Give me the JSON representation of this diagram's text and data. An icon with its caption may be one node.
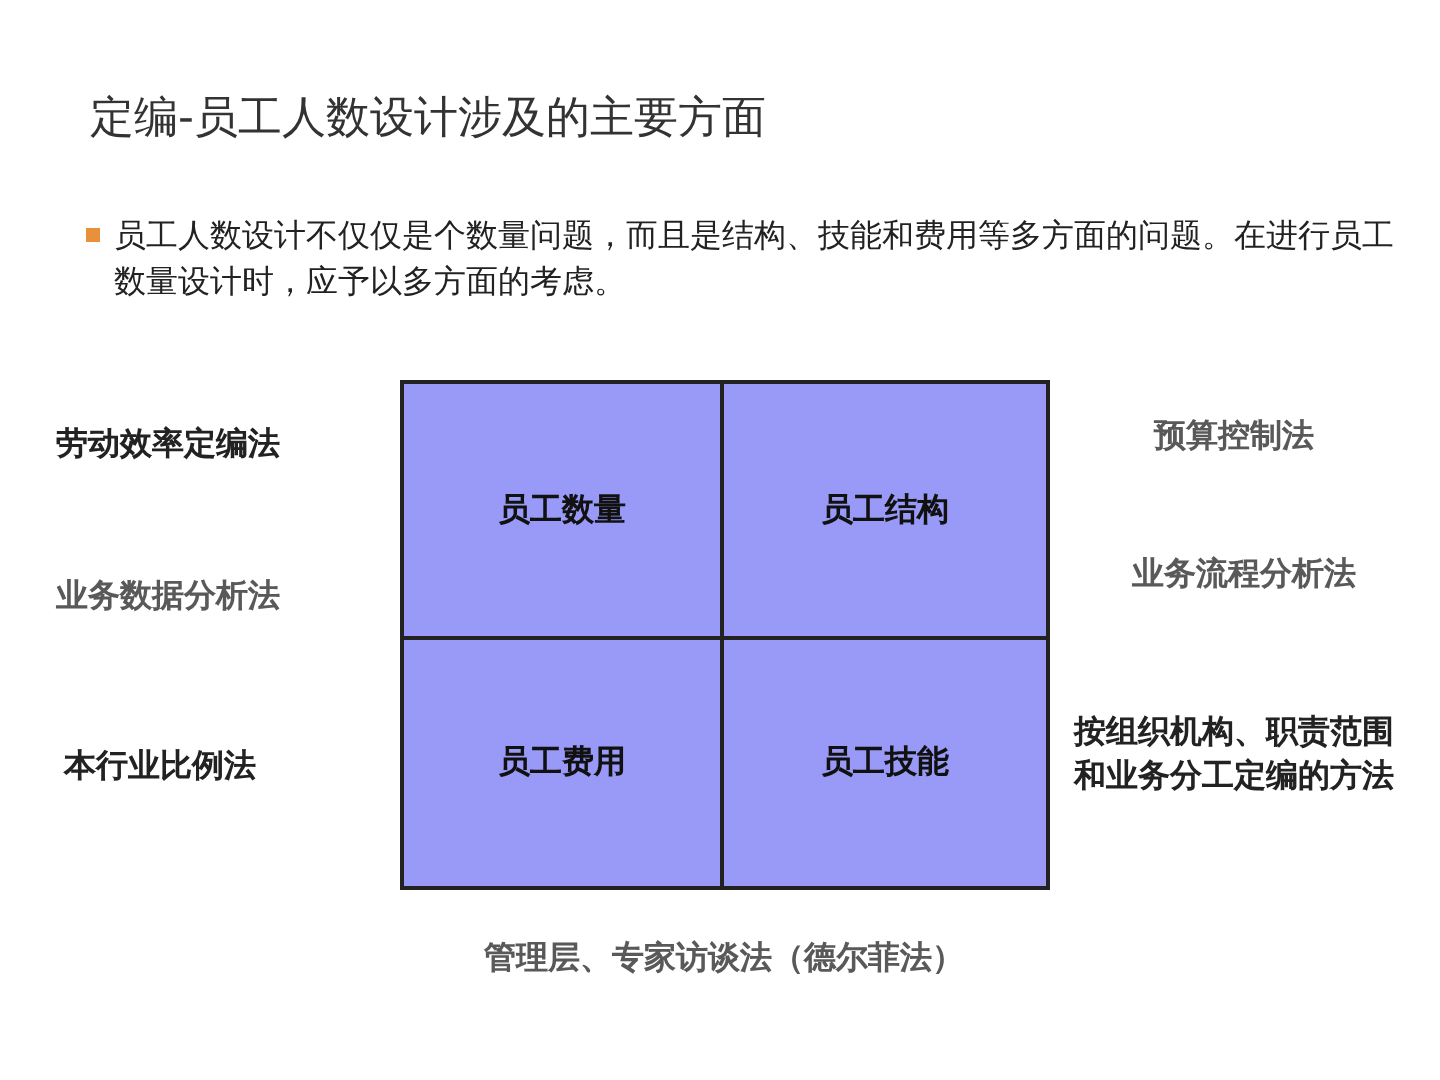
{
  "diagram": {
    "title": "定编-员工人数设计涉及的主要方面",
    "nodes": [
      {
        "text": [
          "员工数量"
        ]
      },
      {
        "text": [
          "员工结构"
        ]
      },
      {
        "text": [
          "员工费用"
        ]
      },
      {
        "text": [
          "员工技能"
        ]
      }
    ],
    "edges": [],
    "labels": [
      "员工人数设计不仅仅是个数量问题，而且是结构、技能和费用等多方面的问题。在进行员工数量设计时，应予以多方面的考虑。",
      "劳动效率定编法",
      "预算控制法",
      "业务数据分析法",
      "业务流程分析法",
      "本行业比例法",
      "按组织机构、职责范围和业务分工定编的方法",
      "管理层、专家访谈法（德尔菲法）"
    ]
  }
}
